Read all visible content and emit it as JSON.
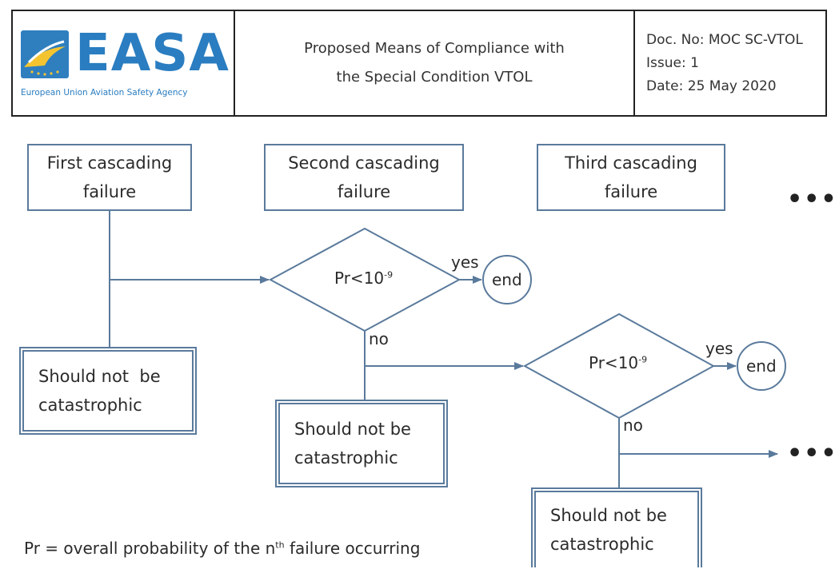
{
  "header": {
    "logo_text": "EASA",
    "logo_subtitle": "European Union Aviation Safety Agency",
    "title_line1": "Proposed Means of Compliance with",
    "title_line2": "the Special Condition VTOL",
    "doc_no": "Doc. No: MOC SC-VTOL",
    "issue": "Issue: 1",
    "date": "Date: 25 May 2020"
  },
  "diagram": {
    "stages": [
      {
        "line1": "First cascading",
        "line2": "failure"
      },
      {
        "line1": "Second cascading",
        "line2": "failure"
      },
      {
        "line1": "Third cascading",
        "line2": "failure"
      }
    ],
    "continuation": "•••",
    "decisions": [
      {
        "base": "Pr<10",
        "exp": "-9",
        "yes": "yes",
        "no": "no",
        "end": "end"
      },
      {
        "base": "Pr<10",
        "exp": "-9",
        "yes": "yes",
        "no": "no",
        "end": "end"
      }
    ],
    "outcomes": [
      {
        "line1": "Should not  be",
        "line2": "catastrophic"
      },
      {
        "line1": "Should not be",
        "line2": "catastrophic"
      },
      {
        "line1": "Should not be",
        "line2": "catastrophic"
      }
    ]
  },
  "footnote": {
    "text_before": "Pr = overall probability of the n",
    "sup": "th",
    "text_after": " failure occurring"
  },
  "colors": {
    "line": "#5a7a9c",
    "brand": "#2a7dc0"
  }
}
